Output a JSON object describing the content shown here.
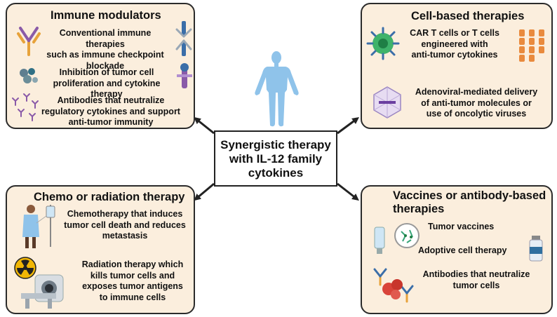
{
  "center": {
    "lines": [
      "Synergistic therapy",
      "with IL-12 family",
      "cytokines"
    ]
  },
  "immune": {
    "title": "Immune modulators",
    "items": [
      [
        "Conventional immune therapies",
        "such as immune checkpoint",
        "blockade"
      ],
      [
        "Inhibition of tumor cell",
        "proliferation and cytokine therapy"
      ],
      [
        "Antibodies that neutralize",
        "regulatory cytokines and support",
        "anti-tumor immunity"
      ]
    ]
  },
  "cell": {
    "title": "Cell-based therapies",
    "items": [
      [
        "CAR T cells or T cells",
        "engineered with",
        "anti-tumor cytokines"
      ],
      [
        "Adenoviral-mediated delivery",
        "of anti-tumor molecules or",
        "use of oncolytic viruses"
      ]
    ]
  },
  "chemo": {
    "title": "Chemo or radiation therapy",
    "items": [
      [
        "Chemotherapy that induces",
        "tumor cell death and reduces",
        "metastasis"
      ],
      [
        "Radiation therapy which",
        "kills tumor cells and",
        "exposes tumor antigens",
        "to immune cells"
      ]
    ]
  },
  "vaccine": {
    "title": [
      "Vaccines or antibody-based",
      "therapies"
    ],
    "items": [
      [
        "Tumor vaccines"
      ],
      [
        "Adoptive cell therapy"
      ],
      [
        "Antibodies that neutralize",
        "tumor cells"
      ]
    ]
  },
  "colors": {
    "panel_bg": "#fbeedd",
    "border": "#2b2b2b",
    "human": "#8fc3ea",
    "antibody_purple": "#8a5aa8",
    "antibody_orange": "#e7a23a",
    "tcell_green": "#3fb36a",
    "receptor_orange": "#e98a3d",
    "tumor_red": "#d9443a",
    "radiation_yellow": "#f2b705"
  }
}
